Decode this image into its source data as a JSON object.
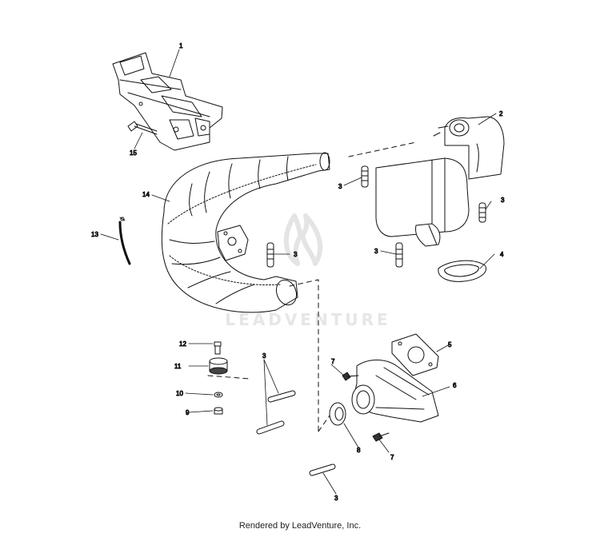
{
  "diagram": {
    "watermark_text": "LEADVENTURE",
    "footer": "Rendered by LeadVenture, Inc.",
    "callouts": {
      "c1": "1",
      "c2": "2",
      "c3a": "3",
      "c3b": "3",
      "c3c": "3",
      "c3d": "3",
      "c3e": "3",
      "c3f": "3",
      "c4": "4",
      "c5": "5",
      "c6": "6",
      "c7a": "7",
      "c7b": "7",
      "c8": "8",
      "c9": "9",
      "c10": "10",
      "c11": "11",
      "c12": "12",
      "c13": "13",
      "c14": "14",
      "c15": "15"
    }
  }
}
